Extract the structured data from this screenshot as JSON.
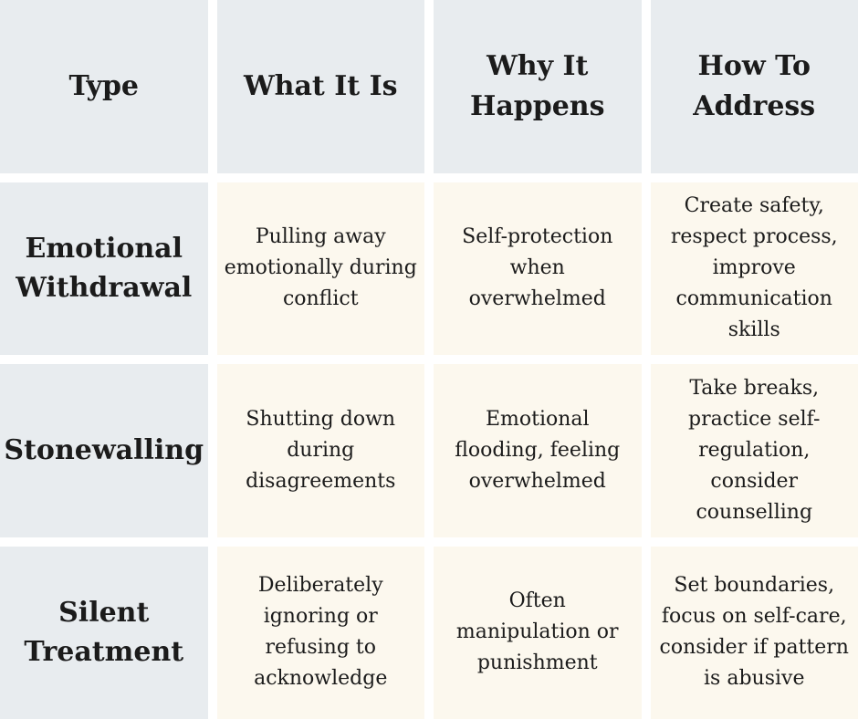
{
  "colors": {
    "header_bg": "#e8ecef",
    "cell_bg": "#fcf8ee",
    "gap_bg": "#ffffff",
    "text": "#1b1b1b"
  },
  "table": {
    "columns": [
      {
        "label": "Type"
      },
      {
        "label": "What It Is"
      },
      {
        "label": "Why It\nHappens"
      },
      {
        "label": "How To\nAddress"
      }
    ],
    "rows": [
      {
        "type": "Emotional\nWithdrawal",
        "what_it_is": "Pulling away\nemotionally during\nconflict",
        "why_it_happens": "Self-protection\nwhen\noverwhelmed",
        "how_to_address": "Create safety,\nrespect process,\nimprove\ncommunication\nskills"
      },
      {
        "type": "Stonewalling",
        "what_it_is": "Shutting down\nduring\ndisagreements",
        "why_it_happens": "Emotional\nflooding, feeling\noverwhelmed",
        "how_to_address": "Take breaks,\npractice self-\nregulation,\nconsider\ncounselling"
      },
      {
        "type": "Silent\nTreatment",
        "what_it_is": "Deliberately\nignoring or\nrefusing to\nacknowledge",
        "why_it_happens": "Often\nmanipulation or\npunishment",
        "how_to_address": "Set boundaries,\nfocus on self-care,\nconsider if pattern\nis abusive"
      }
    ]
  }
}
